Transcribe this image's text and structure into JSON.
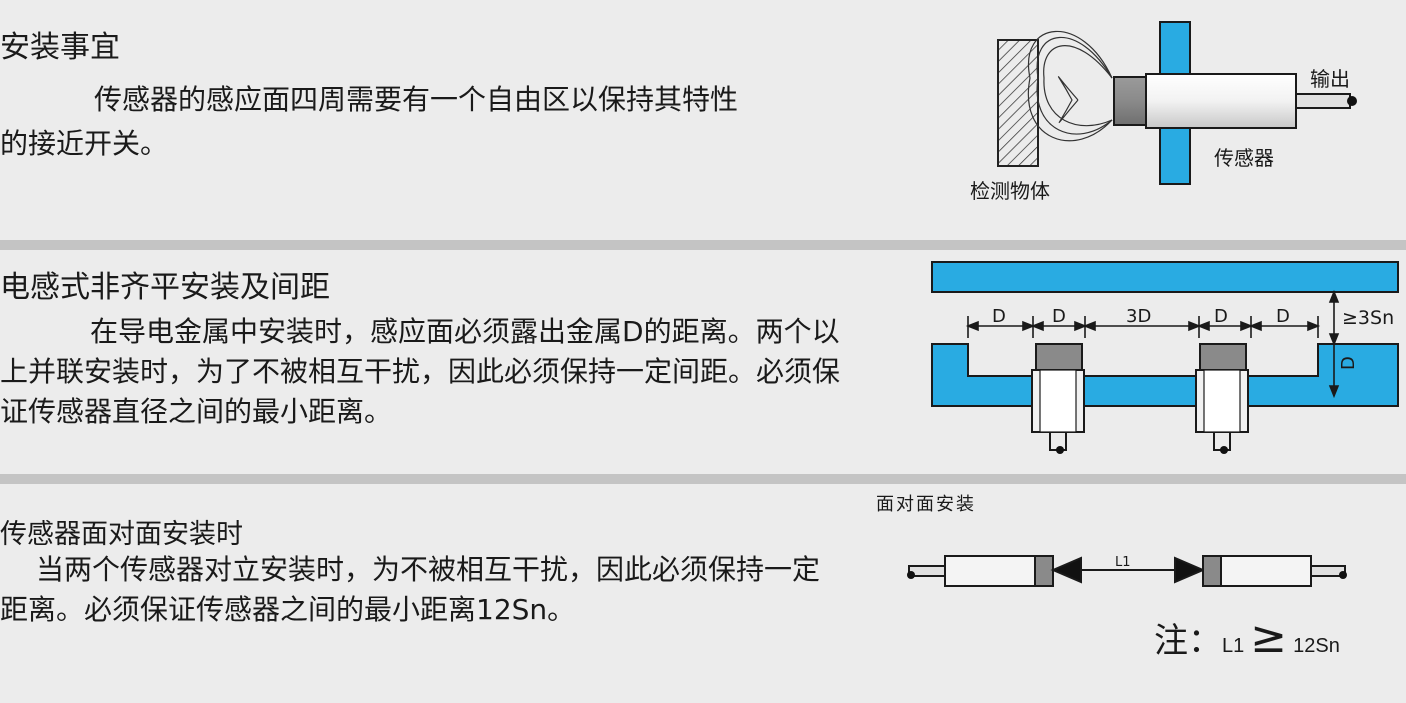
{
  "section1": {
    "heading": "安装事宜",
    "line1": "传感器的感应面四周需要有一个自由区以保持其特性",
    "line2": "的接近开关。",
    "diagram": {
      "label_output": "输出",
      "label_sensor": "传感器",
      "label_object": "检测物体"
    }
  },
  "section2": {
    "heading": "电感式非齐平安装及间距",
    "line1": "在导电金属中安装时，感应面必须露出金属D的距离。两个以",
    "line2": "上并联安装时，为了不被相互干扰，因此必须保持一定间距。必须保",
    "line3": "证传感器直径之间的最小距离。",
    "diagram": {
      "dim_d": "D",
      "dim_3d": "3D",
      "dim_3sn": "≥3Sn",
      "dim_vertical_d": "D"
    }
  },
  "section3": {
    "heading": "传感器面对面安装时",
    "line1": "当两个传感器对立安装时，为不被相互干扰，因此必须保持一定",
    "line2": "距离。必须保证传感器之间的最小距离12Sn。",
    "diagram": {
      "title": "面对面安装",
      "label_l1": "L1",
      "note_prefix": "注：",
      "note_l1": "L1",
      "note_ge": "≥",
      "note_value": "12Sn"
    }
  },
  "colors": {
    "metal_blue": "#29abe2",
    "background": "#ececec",
    "divider": "#c4c4c4"
  }
}
